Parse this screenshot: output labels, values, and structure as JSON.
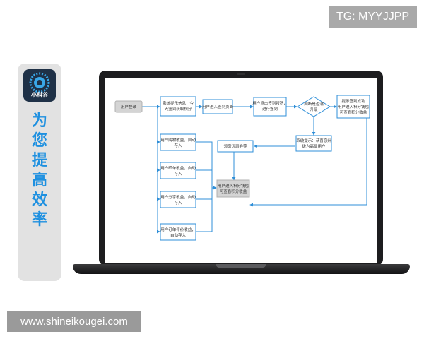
{
  "tg_badge": {
    "text": "TG: MYYJJPP"
  },
  "site_badge": {
    "text": "www.shineikougei.com"
  },
  "side_panel": {
    "logo_name": "小科谷",
    "slogan": [
      "为",
      "您",
      "提",
      "高",
      "效",
      "率"
    ]
  },
  "colors": {
    "accent_blue": "#2f8fd8",
    "slogan_blue": "#1e90e0",
    "badge_grey": "#a9a9a9",
    "laptop_dark": "#1d1d1f"
  },
  "flowchart": {
    "user_login": "用户登录",
    "system_prompt": [
      "系统提示信息：今",
      "天签到获取积分"
    ],
    "enter_checkin_page": "用户进入签到页面",
    "click_checkin": [
      "用户点击签到按钮，",
      "进行签到"
    ],
    "is_upgraded": [
      "判断是否满",
      "升级"
    ],
    "checkin_success": [
      "提示签到成功",
      "用户进入积分钱包",
      "可查看积分收益"
    ],
    "upgrade_notice": [
      "系统提示：恭喜您升",
      "级为高级用户"
    ],
    "claim_coupon": "领取优惠券等",
    "purchase_income": [
      "用户购物收益，自动",
      "存入"
    ],
    "sales_income": [
      "用户晒单收益，自动",
      "存入"
    ],
    "share_income": [
      "用户分享收益，自动",
      "存入"
    ],
    "review_income": [
      "用户订单评价收益，",
      "自动存入"
    ],
    "points_wallet": [
      "用户进入积分钱包",
      "可查看积分收益"
    ]
  }
}
